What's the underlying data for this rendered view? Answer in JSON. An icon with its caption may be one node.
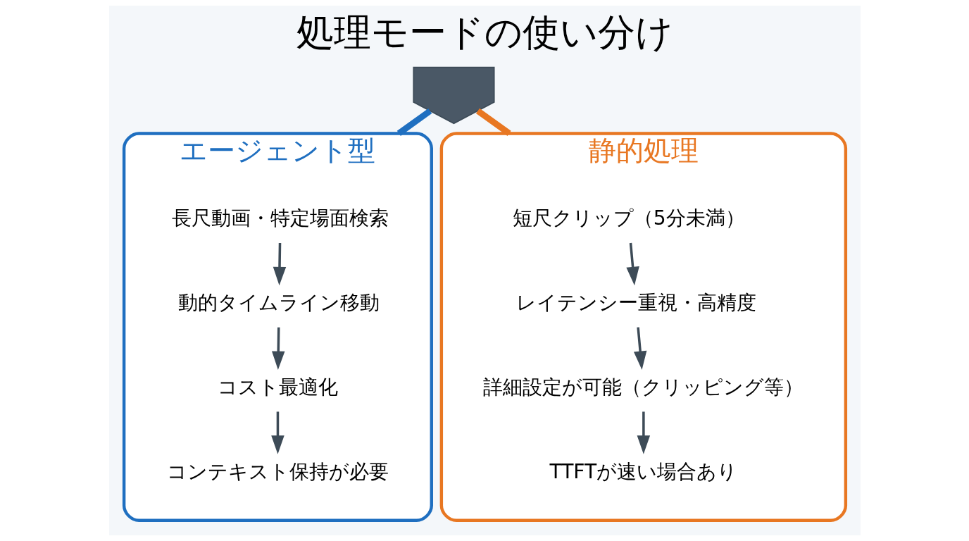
{
  "diagram": {
    "title": "処理モードの使い分け",
    "nodes": [
      {
        "text": [
          "エージェント型"
        ]
      },
      {
        "text": [
          "長尺動画・特定場面検索"
        ],
        "in": 0
      },
      {
        "text": [
          "動的タイムライン移動"
        ],
        "in": 0
      },
      {
        "text": [
          "コスト最適化"
        ],
        "in": 0
      },
      {
        "text": [
          "コンテキスト保持が必要"
        ],
        "in": 0
      },
      {
        "text": [
          "静的処理"
        ]
      },
      {
        "text": [
          "短尺クリップ（5分未満）"
        ],
        "in": 5
      },
      {
        "text": [
          "レイテンシー重視・高精度"
        ],
        "in": 5
      },
      {
        "text": [
          "詳細設定が可能（クリッピング等）"
        ],
        "in": 5
      },
      {
        "text": [
          "TTFTが速い場合あり"
        ],
        "in": 5
      },
      {
        "text": [],
        "shape": "picture"
      }
    ],
    "edges": [
      {
        "from": 1,
        "to": 2,
        "arrow": "to"
      },
      {
        "from": 2,
        "to": 3,
        "arrow": "to"
      },
      {
        "from": 3,
        "to": 4,
        "arrow": "to"
      },
      {
        "from": 6,
        "to": 7,
        "arrow": "to"
      },
      {
        "from": 7,
        "to": 8,
        "arrow": "to"
      },
      {
        "from": 8,
        "to": 9,
        "arrow": "to"
      },
      {
        "from": 10,
        "to": 0,
        "arrow": "none",
        "style": "thick",
        "color": "#1f6fc0"
      },
      {
        "from": 10,
        "to": 5,
        "arrow": "none",
        "style": "thick",
        "color": "#e87722"
      }
    ]
  }
}
